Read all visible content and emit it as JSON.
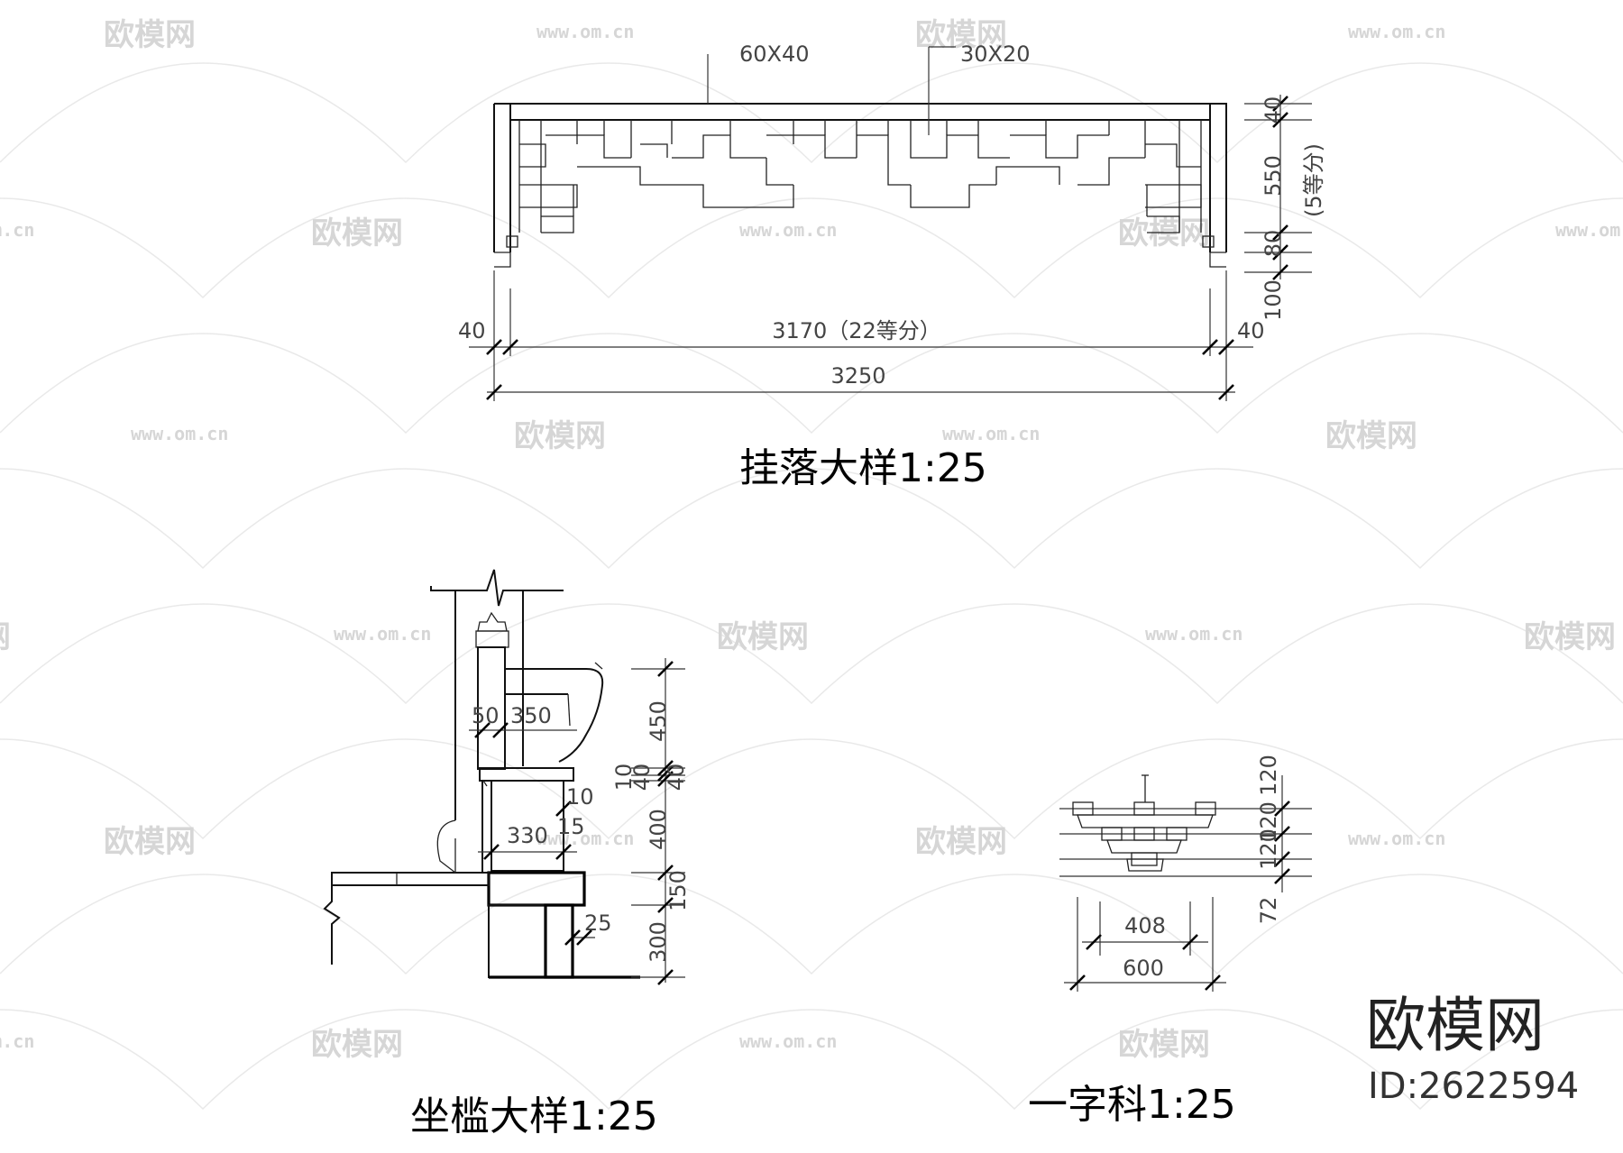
{
  "watermark": {
    "brand": "欧模网",
    "url": "www.om.cn"
  },
  "brand_block": {
    "name": "欧模网",
    "id": "ID:2622594"
  },
  "drawings": {
    "hanging_frame": {
      "title": "挂落大样1:25",
      "labels": {
        "frame_member": "60X40",
        "lattice_member": "30X20",
        "top_height": "40",
        "lattice_height": "550",
        "lattice_height_note": "(5等分)",
        "bottom_rail": "80",
        "drop": "100",
        "left_end": "40",
        "inner_span": "3170（22等分）",
        "right_end": "40",
        "total_span": "3250"
      }
    },
    "seat_rail": {
      "title": "坐槛大样1:25",
      "labels": {
        "d50": "50",
        "d350": "350",
        "h450": "450",
        "h10": "10",
        "h40a": "40",
        "h40b": "40",
        "d10": "10",
        "d15": "15",
        "d330": "330",
        "h400": "400",
        "h150": "150",
        "d25": "25",
        "h300": "300"
      }
    },
    "bracket": {
      "title": "一字科1:25",
      "labels": {
        "h120a": "120",
        "h120b": "120",
        "h120c": "120",
        "h72": "72",
        "w408": "408",
        "w600": "600"
      }
    }
  }
}
